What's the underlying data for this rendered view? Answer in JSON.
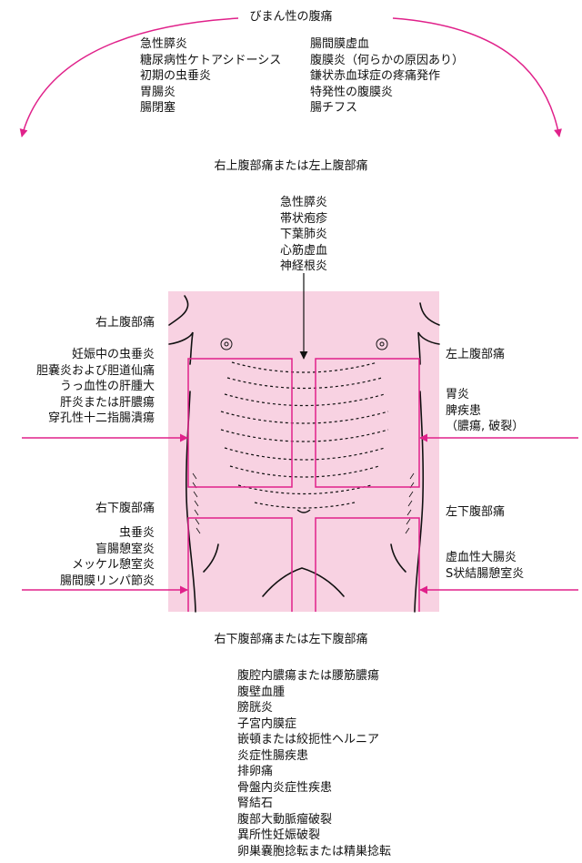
{
  "diffuse": {
    "title": "びまん性の腹痛",
    "left": [
      "急性膵炎",
      "糖尿病性ケトアシドーシス",
      "初期の虫垂炎",
      "胃腸炎",
      "腸閉塞"
    ],
    "right": [
      "腸間膜虚血",
      "腹膜炎（何らかの原因あり）",
      "鎌状赤血球症の疼痛発作",
      "特発性の腹膜炎",
      "腸チフス"
    ]
  },
  "upper": {
    "title": "右上腹部痛または左上腹部痛",
    "items": [
      "急性膵炎",
      "帯状疱疹",
      "下葉肺炎",
      "心筋虚血",
      "神経根炎"
    ]
  },
  "right_upper": {
    "title": "右上腹部痛",
    "items": [
      "妊娠中の虫垂炎",
      "胆嚢炎および胆道仙痛",
      "うっ血性の肝腫大",
      "肝炎または肝膿瘍",
      "穿孔性十二指腸潰瘍"
    ]
  },
  "left_upper": {
    "title": "左上腹部痛",
    "items": [
      "胃炎",
      "脾疾患",
      "（膿瘍, 破裂）"
    ]
  },
  "right_lower": {
    "title": "右下腹部痛",
    "items": [
      "虫垂炎",
      "盲腸憩室炎",
      "メッケル憩室炎",
      "腸間膜リンパ節炎"
    ]
  },
  "left_lower": {
    "title": "左下腹部痛",
    "items": [
      "虚血性大腸炎",
      "S状結腸憩室炎"
    ]
  },
  "lower": {
    "title": "右下腹部痛または左下腹部痛",
    "items": [
      "腹腔内膿瘍または腰筋膿瘍",
      "腹壁血腫",
      "膀胱炎",
      "子宮内膜症",
      "嵌頓または絞扼性ヘルニア",
      "炎症性腸疾患",
      "排卵痛",
      "骨盤内炎症性疾患",
      "腎結石",
      "腹部大動脈瘤破裂",
      "異所性妊娠破裂",
      "卵巣嚢胞捻転または精巣捻転"
    ]
  },
  "colors": {
    "accent": "#e0218a",
    "torso_bg": "#f8d2e2",
    "ink": "#111111"
  }
}
